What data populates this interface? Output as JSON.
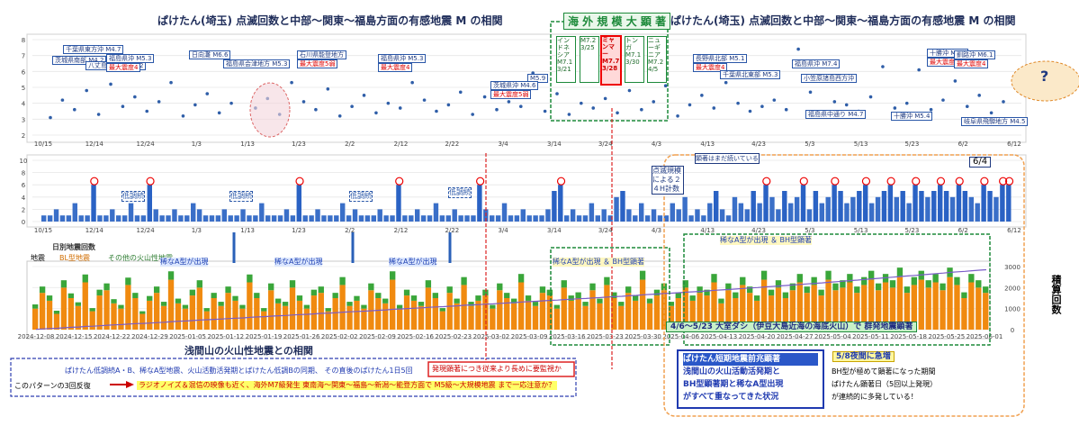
{
  "title_top_left": "ぱけたん(埼玉) 点滅回数と中部〜関東〜福島方面の有感地震 M の相関",
  "title_top_right": "ぱけたん(埼玉) 点滅回数と中部〜関東〜福島方面の有感地震 M の相関",
  "overseas_label": "海 外 規 模 大 顕 著",
  "bottom_title": "浅間山の火山性地震との相関",
  "chart3_title": "日別地震回数",
  "legend": [
    "地震",
    "BL型地震",
    "その他の火山性地震"
  ],
  "y_axis_right_label": "積算回数",
  "annotations": {
    "rare_a_1": "稀なA型が出現",
    "rare_a_2": "稀なA型が出現",
    "rare_a_3": "稀なA型が出現",
    "rare_a_bh": "稀なA型が出現 ＆ BH型顕著",
    "rare_a_bh_2": "稀なA型が出現 ＆ BH型顕著",
    "low_tone": "低調続",
    "kanto_seismic": "4/6〜5/23 大室ダシ（伊豆大島近海の海底火山）で 群発地震顕著",
    "dot_count": "点滅規模による２４H計数",
    "remain": "顕著はまだ続いている",
    "pattern_line1": "ぱけたん低調続A・B、稀なA型地震、火山活動活発期とぱけたん低調Bの同期、 その直後のぱけたん1日5回",
    "pattern_line2": "このパターンの3回反復",
    "pattern_line3": "ラジオノイズ＆混信の映像も近く、海外M7級発生 東南海〜関東〜福島〜新潟〜能登方面で M5級〜大規模地震 まで一応注意か？",
    "warn": "発現顕著につき従来より長めに要監視か",
    "right_box1": "ぱけたん短期地震前兆顕著",
    "right_box2": "浅間山の火山活動活発期と",
    "right_box3": "BH型顕著期と稀なA型出現",
    "right_box4": "がすべて重なってきた状況",
    "right_note_title": "5/8夜間に急増",
    "right_note1": "BH型が極めて顕著になった期間",
    "right_note2": "ぱけたん顕著日（5回以上発現）",
    "right_note3": "が連続的に多発している！",
    "date_64": "6/4",
    "question": "?"
  },
  "quake_labels": [
    "茨城県南部 M4.2",
    "千葉県東方沖 M4.7",
    "八丈島東方沖 M5.2",
    "福島県沖 M5.3",
    "最大震度4",
    "日向灘 M6.6",
    "福島県会津地方 M5.3",
    "石川県能登地方",
    "最大震度5弱",
    "福島県沖 M5.3",
    "最大震度4",
    "M5.9",
    "茨城県沖 M4.6",
    "最大震度5弱",
    "長野県北部 M5.1",
    "最大震度4",
    "千葉県北東部 M5.3",
    "福島県沖 M7.4",
    "小笠原諸島西方沖",
    "福島県中通り M4.7",
    "十勝沖 M6.3",
    "最大震度4",
    "釧路沖 M6.1",
    "最大震度4",
    "十勝沖 M5.4",
    "岐阜県飛騨地方 M4.5"
  ],
  "overseas_items": [
    "インドネシア M7.1 3/21",
    "M7.2 3/25",
    "ミャンマー M7.7 3/28",
    "トンガ M7.1 3/30",
    "ニューギニア M7.2 4/5"
  ],
  "chart_data": [
    {
      "type": "scatter",
      "title": "ぱけたん(埼玉) 点滅回数と中部〜関東〜福島方面の有感地震 M の相関",
      "x_ticks": [
        "10/15",
        "12/14",
        "12/24",
        "1/3",
        "1/13",
        "1/23",
        "2/2",
        "2/12",
        "2/22",
        "3/4",
        "3/14",
        "3/24",
        "4/3",
        "4/13",
        "4/23",
        "5/3",
        "5/13",
        "5/23",
        "6/2",
        "6/12"
      ],
      "y_ticks": [
        "2",
        "3",
        "4",
        "5",
        "6",
        "7",
        "8"
      ],
      "ylim": [
        2,
        8
      ],
      "series": [
        {
          "values": [
            3.1,
            4.2,
            3.6,
            4.8,
            3.3,
            5.2,
            3.8,
            4.4,
            3.5,
            4.1,
            5.3,
            3.2,
            3.9,
            4.6,
            3.4,
            4.0,
            6.6,
            3.7,
            4.3,
            3.3,
            5.3,
            4.1,
            3.6,
            4.9,
            3.2,
            3.8,
            4.5,
            3.4,
            4.0,
            3.7,
            5.3,
            4.2,
            3.5,
            3.9,
            4.7,
            3.3,
            4.4,
            3.6,
            4.1,
            3.8,
            5.9,
            3.5,
            4.6,
            3.3,
            4.0,
            3.7,
            4.3,
            3.4,
            4.8,
            3.6,
            4.1,
            5.1,
            3.2,
            3.9,
            4.5,
            3.7,
            5.3,
            4.0,
            3.5,
            3.8,
            4.2,
            3.6,
            7.4,
            4.7,
            3.3,
            4.1,
            3.9,
            3.5,
            4.4,
            6.3,
            3.7,
            4.0,
            6.1,
            3.6,
            4.2,
            5.4,
            3.8,
            4.5,
            3.4,
            4.1
          ]
        }
      ]
    },
    {
      "type": "bar",
      "title": "",
      "x_ticks": [
        "10/15",
        "12/14",
        "12/24",
        "1/3",
        "1/13",
        "1/23",
        "2/2",
        "2/12",
        "2/22",
        "3/4",
        "3/14",
        "3/24",
        "4/3",
        "4/13",
        "4/23",
        "5/3",
        "5/13",
        "5/23",
        "6/2",
        "6/12"
      ],
      "y_ticks": [
        "0",
        "2",
        "4",
        "6",
        "8",
        "10"
      ],
      "ylim": [
        0,
        10
      ],
      "series": [
        {
          "values": [
            1,
            1,
            2,
            1,
            1,
            3,
            1,
            1,
            6,
            1,
            1,
            2,
            1,
            1,
            3,
            1,
            1,
            6,
            2,
            1,
            1,
            2,
            1,
            1,
            3,
            2,
            1,
            1,
            1,
            2,
            1,
            1,
            2,
            1,
            1,
            3,
            1,
            1,
            1,
            2,
            1,
            6,
            1,
            1,
            2,
            1,
            1,
            1,
            3,
            1,
            2,
            1,
            1,
            1,
            2,
            1,
            1,
            6,
            1,
            1,
            2,
            1,
            1,
            3,
            1,
            1,
            2,
            1,
            1,
            1,
            6,
            2,
            1,
            1,
            3,
            1,
            1,
            2,
            1,
            1,
            1,
            2,
            5,
            6,
            1,
            2,
            1,
            1,
            3,
            1,
            2,
            1,
            4,
            5,
            2,
            1,
            3,
            1,
            2,
            1,
            1,
            3,
            2,
            4,
            1,
            2,
            1,
            3,
            5,
            2,
            1,
            4,
            3,
            2,
            5,
            3,
            6,
            4,
            2,
            5,
            3,
            4,
            6,
            2,
            5,
            3,
            4,
            6,
            5,
            3,
            4,
            5,
            6,
            3,
            4,
            5,
            6,
            4,
            5,
            3,
            6,
            5,
            4,
            5,
            6,
            5,
            4,
            6,
            5,
            4,
            3,
            6,
            5,
            4,
            6,
            6
          ]
        }
      ]
    },
    {
      "type": "bar",
      "title": "日別地震回数",
      "x_ticks": [
        "2024-12-08",
        "2024-12-15",
        "2024-12-22",
        "2024-12-29",
        "2025-01-05",
        "2025-01-12",
        "2025-01-19",
        "2025-01-26",
        "2025-02-02",
        "2025-02-09",
        "2025-02-16",
        "2025-02-23",
        "2025-03-02",
        "2025-03-09",
        "2025-03-16",
        "2025-03-23",
        "2025-03-30",
        "2025-04-06",
        "2025-04-13",
        "2025-04-20",
        "2025-04-27",
        "2025-05-04",
        "2025-05-11",
        "2025-05-18",
        "2025-05-25",
        "2025-06-01"
      ],
      "y_ticks_right": [
        "0",
        "1000",
        "2000",
        "3000"
      ],
      "series": [
        {
          "name": "BL型地震",
          "values": [
            40,
            70,
            55,
            30,
            80,
            60,
            45,
            90,
            35,
            65,
            75,
            50,
            40,
            85,
            60,
            30,
            55,
            70,
            45,
            95,
            50,
            40,
            65,
            80,
            35,
            60,
            45,
            70,
            55,
            40,
            90,
            60,
            35,
            75,
            50,
            45,
            80,
            55,
            40,
            65,
            70,
            35,
            60,
            85,
            45,
            55,
            40,
            75,
            60,
            50,
            95,
            40,
            65,
            55,
            45,
            80,
            60,
            35,
            70,
            50,
            85,
            45,
            55,
            65,
            40,
            75,
            60,
            50,
            90,
            55,
            45,
            70,
            65,
            40,
            80,
            55,
            60,
            45,
            75,
            50,
            85,
            60,
            45,
            70,
            55,
            95,
            50,
            65,
            75,
            45,
            60,
            80,
            55,
            70,
            65,
            90,
            50,
            75,
            60,
            85,
            70,
            55,
            95,
            65,
            80,
            60,
            75,
            90,
            70,
            85,
            65,
            95,
            75,
            80,
            90,
            70,
            85,
            95,
            75,
            90,
            80,
            100,
            70,
            85,
            95,
            80,
            90,
            75,
            100,
            85,
            60,
            90,
            80,
            70
          ]
        },
        {
          "name": "その他の火山性地震",
          "values": [
            8,
            12,
            10,
            6,
            14,
            9,
            7,
            15,
            6,
            11,
            13,
            8,
            7,
            14,
            10,
            5,
            9,
            12,
            8,
            16,
            9,
            7,
            11,
            14,
            6,
            10,
            8,
            12,
            9,
            7,
            15,
            10,
            6,
            13,
            9,
            8,
            14,
            10,
            7,
            11,
            12,
            6,
            10,
            15,
            8,
            9,
            7,
            13,
            10,
            9,
            16,
            7,
            11,
            10,
            8,
            14,
            10,
            6,
            12,
            9,
            15,
            8,
            10,
            11,
            7,
            13,
            10,
            9,
            16,
            10,
            8,
            12,
            11,
            7,
            14,
            10,
            11,
            8,
            13,
            9,
            15,
            11,
            8,
            12,
            10,
            17,
            9,
            11,
            13,
            8,
            11,
            14,
            10,
            12,
            11,
            16,
            9,
            13,
            11,
            15,
            12,
            10,
            17,
            11,
            14,
            11,
            13,
            16,
            12,
            15,
            11,
            17,
            13,
            14,
            16,
            12,
            15,
            17,
            13,
            16,
            14,
            18,
            12,
            15,
            17,
            14,
            16,
            13,
            18,
            15,
            11,
            16,
            14,
            12
          ]
        }
      ]
    }
  ]
}
